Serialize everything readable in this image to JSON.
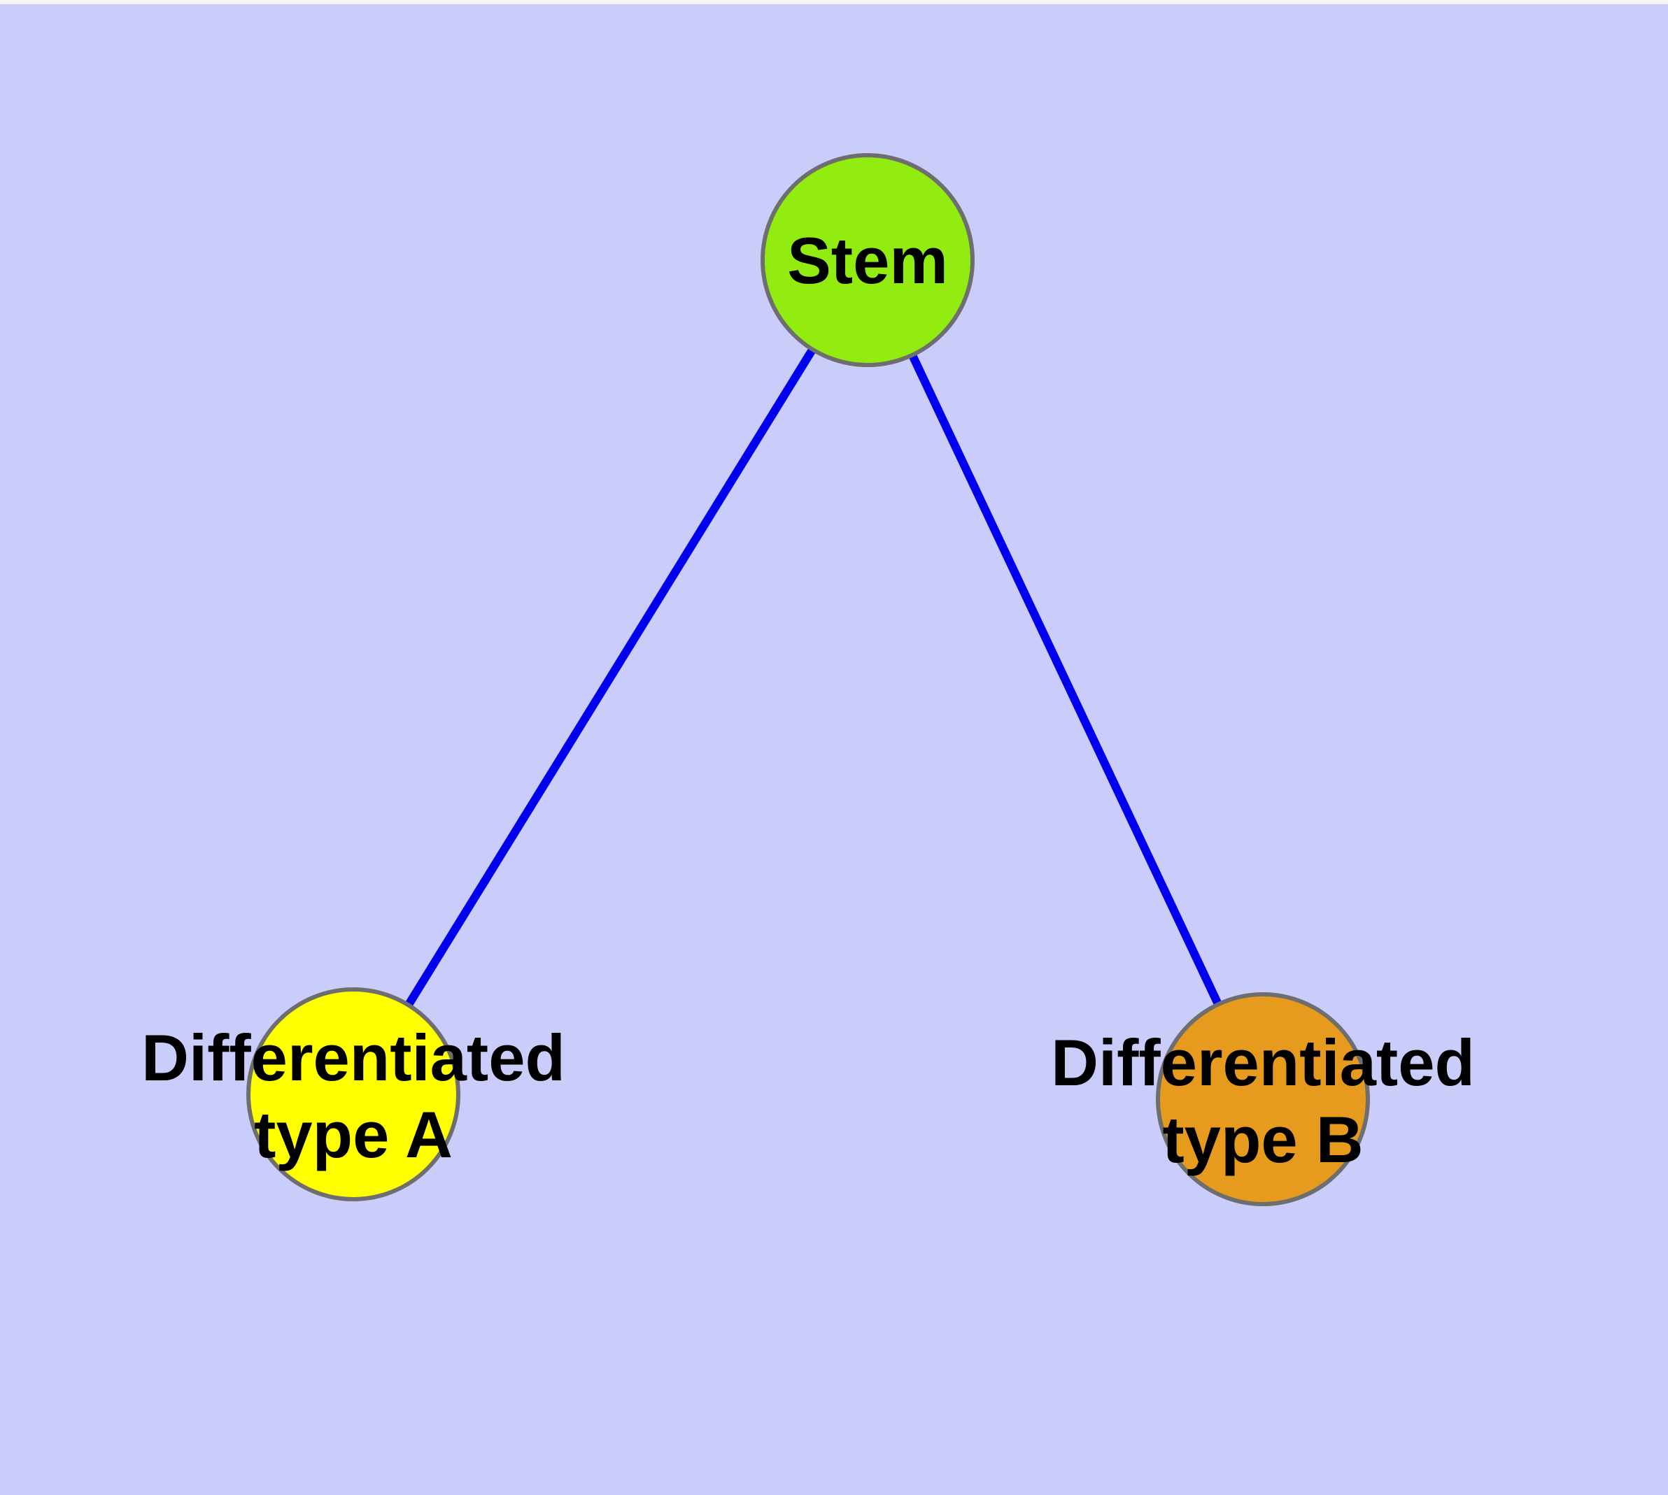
{
  "diagram": {
    "type": "node-link-graph",
    "background_color": "#CACCFA",
    "top_edge_color": "#F4F4F9",
    "edge_color": "#0000EE",
    "node_border_color": "#6E6E6E",
    "text_color": "#000000",
    "nodes": [
      {
        "id": "stem",
        "label": "Stem",
        "fill": "#92EC10",
        "shape": "circle"
      },
      {
        "id": "diff-a",
        "label_line1": "Differentiated",
        "label_line2": "type A",
        "fill": "#FFFF00",
        "shape": "circle"
      },
      {
        "id": "diff-b",
        "label_line1": "Differentiated",
        "label_line2": "type B",
        "fill": "#E69B1E",
        "shape": "circle"
      }
    ],
    "edges": [
      {
        "from": "Stem",
        "to": "Differentiated type A"
      },
      {
        "from": "Stem",
        "to": "Differentiated type B"
      }
    ]
  }
}
